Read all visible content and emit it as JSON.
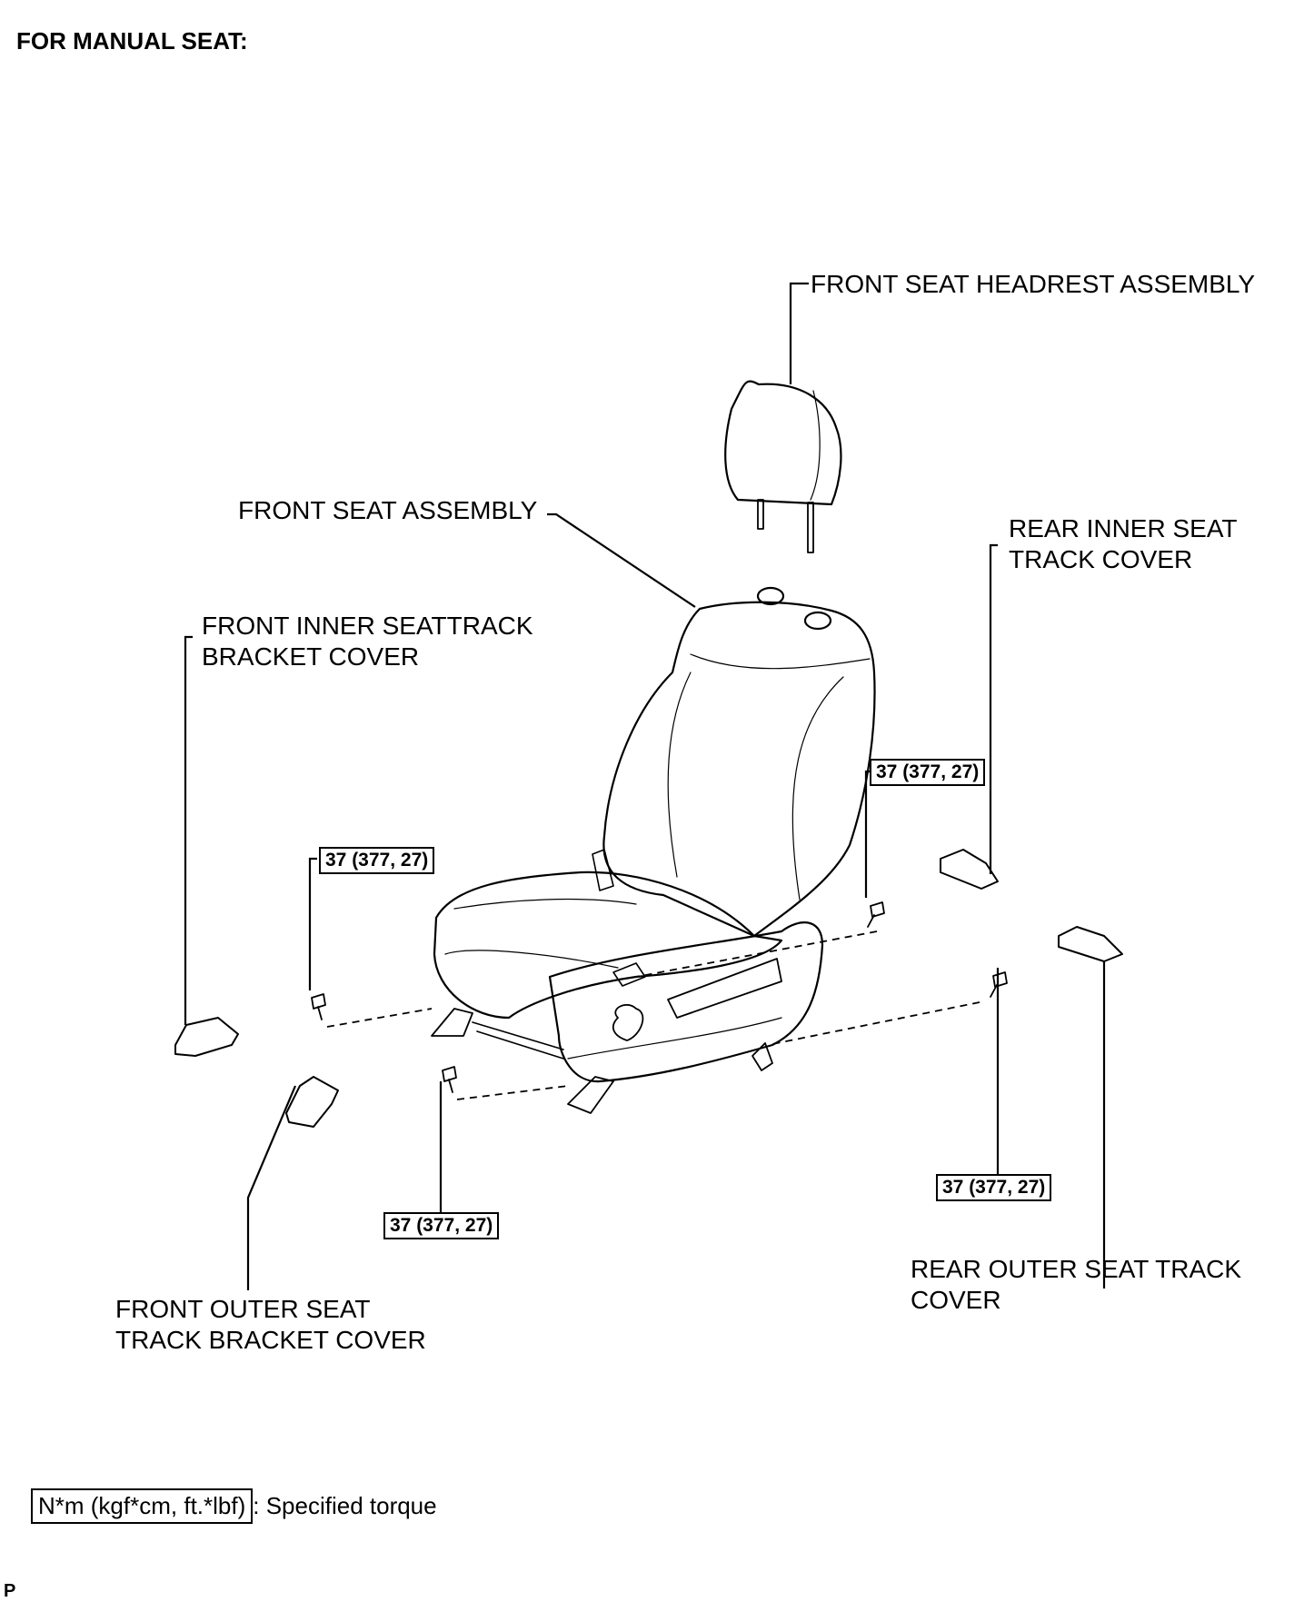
{
  "heading": "FOR MANUAL SEAT:",
  "labels": {
    "headrest": "FRONT SEAT HEADREST ASSEMBLY",
    "seat_assembly": "FRONT SEAT ASSEMBLY",
    "rear_inner_line1": "REAR INNER SEAT",
    "rear_inner_line2": "TRACK COVER",
    "front_inner_line1": "FRONT INNER  SEATTRACK",
    "front_inner_line2": "BRACKET COVER",
    "rear_outer_line1": "REAR OUTER SEAT TRACK",
    "rear_outer_line2": "COVER",
    "front_outer_line1": "FRONT OUTER SEAT",
    "front_outer_line2": "TRACK BRACKET COVER"
  },
  "torque": {
    "front_inner_bolt": "37 (377, 27)",
    "rear_inner_bolt": "37 (377, 27)",
    "front_outer_bolt": "37 (377, 27)",
    "rear_outer_bolt": "37 (377, 27)"
  },
  "legend": {
    "units": "N*m (kgf*cm, ft.*lbf)",
    "description": ": Specified torque"
  },
  "page_mark": "P"
}
